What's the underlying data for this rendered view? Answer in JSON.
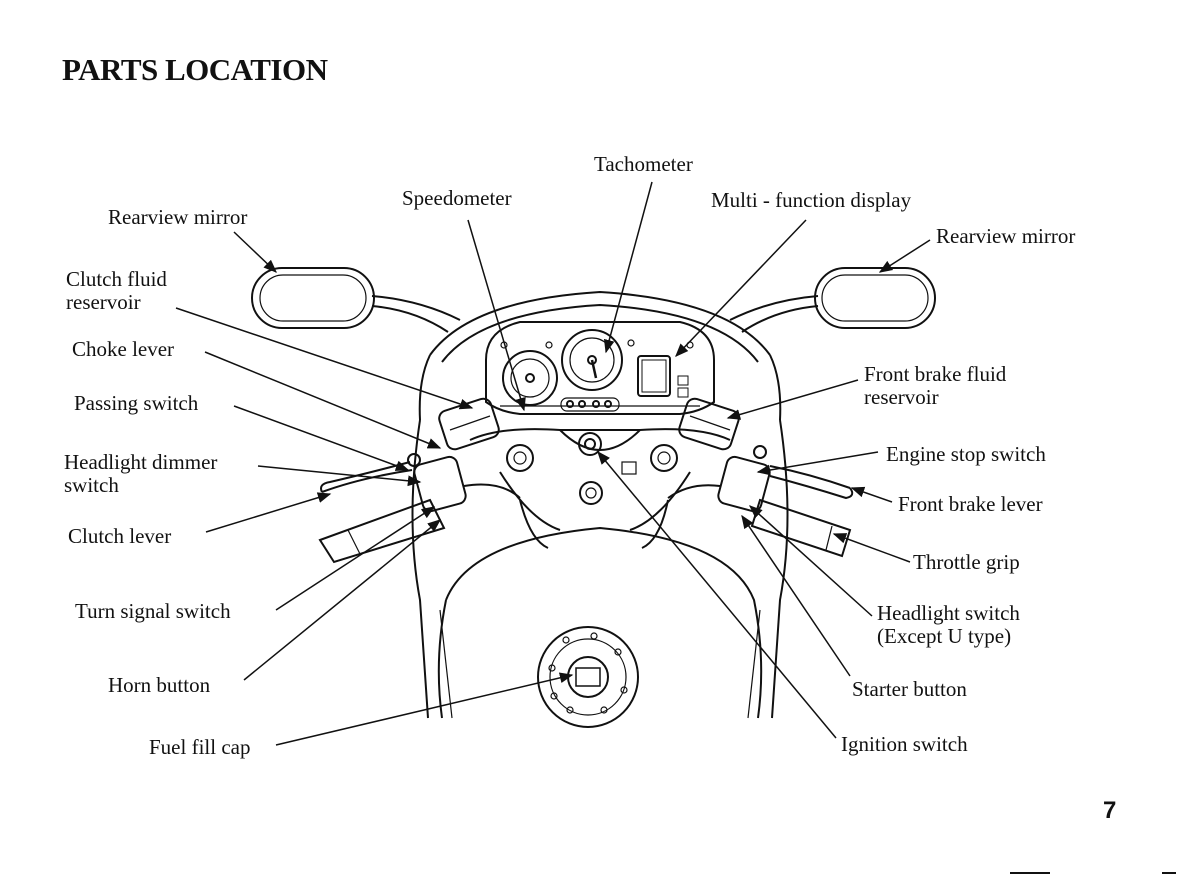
{
  "page": {
    "title": "PARTS LOCATION",
    "page_number": "7"
  },
  "labels": {
    "tachometer": "Tachometer",
    "speedometer": "Speedometer",
    "multi_function_display": "Multi - function display",
    "rearview_mirror_left": "Rearview mirror",
    "rearview_mirror_right": "Rearview mirror",
    "clutch_fluid_reservoir": [
      "Clutch fluid",
      "reservoir"
    ],
    "choke_lever": "Choke lever",
    "passing_switch": "Passing switch",
    "headlight_dimmer_switch": [
      "Headlight dimmer",
      "switch"
    ],
    "clutch_lever": "Clutch lever",
    "turn_signal_switch": "Turn signal switch",
    "horn_button": "Horn button",
    "fuel_fill_cap": "Fuel fill cap",
    "front_brake_fluid_reservoir": [
      "Front brake fluid",
      "reservoir"
    ],
    "engine_stop_switch": "Engine stop switch",
    "front_brake_lever": "Front brake lever",
    "throttle_grip": "Throttle grip",
    "headlight_switch": [
      "Headlight switch",
      "(Except U type)"
    ],
    "starter_button": "Starter button",
    "ignition_switch": "Ignition switch"
  }
}
